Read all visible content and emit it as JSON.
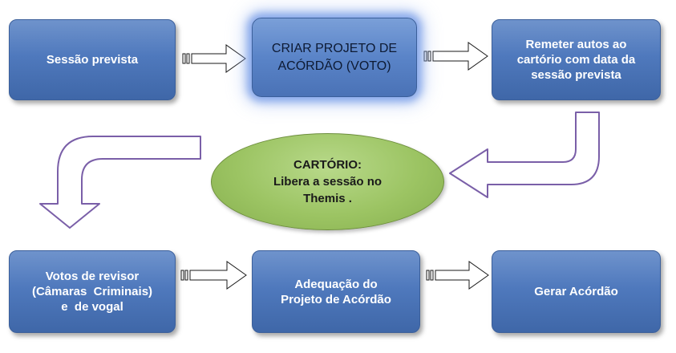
{
  "nodes": {
    "sessao_prevista": "Sessão prevista",
    "criar_projeto": "CRIAR PROJETO DE\nACÓRDÃO (VOTO)",
    "remeter_autos": "Remeter autos ao\ncartório com data da\nsessão prevista",
    "cartorio_title": "CARTÓRIO:",
    "cartorio_text": "Libera a sessão no\nThemis .",
    "votos_revisor": "Votos de revisor\n(Câmaras  Criminais)\ne  de vogal",
    "adequacao": "Adequação do\nProjeto de Acórdão",
    "gerar_acordao": "Gerar Acórdão"
  },
  "colors": {
    "box_blue": "#4f79bd",
    "ellipse_green": "#9cc463",
    "arrow_purple": "#7a5fa8",
    "arrow_outline": "#1a1a1a"
  }
}
